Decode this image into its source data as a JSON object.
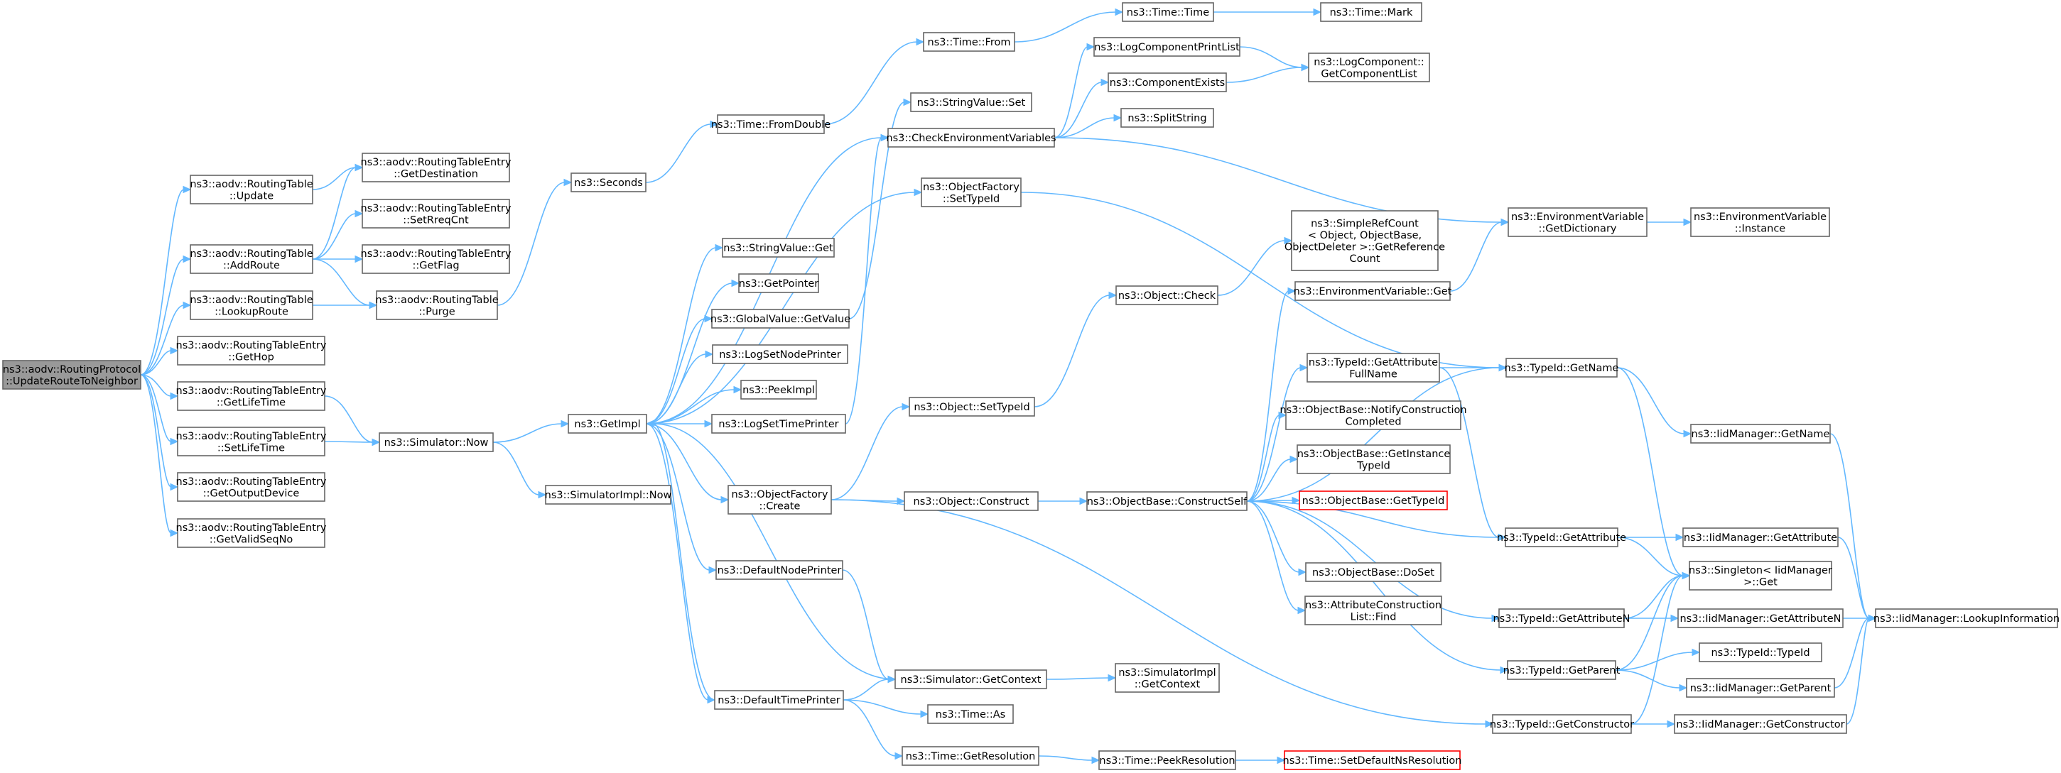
{
  "graph_title": "ns3::aodv::RoutingProtocol::UpdateRouteToNeighbor",
  "colors": {
    "edge": "#63b8ff",
    "root_fill": "#999999",
    "node_border": "#666666",
    "truncated_border": "#ff0000"
  },
  "nodes": [
    {
      "id": "root",
      "lines": [
        "ns3::aodv::RoutingProtocol",
        "::UpdateRouteToNeighbor"
      ],
      "style": "root"
    },
    {
      "id": "rt_update",
      "lines": [
        "ns3::aodv::RoutingTable",
        "::Update"
      ]
    },
    {
      "id": "rt_addroute",
      "lines": [
        "ns3::aodv::RoutingTable",
        "::AddRoute"
      ]
    },
    {
      "id": "rt_lookup",
      "lines": [
        "ns3::aodv::RoutingTable",
        "::LookupRoute"
      ]
    },
    {
      "id": "rte_gethop",
      "lines": [
        "ns3::aodv::RoutingTableEntry",
        "::GetHop"
      ]
    },
    {
      "id": "rte_getlife",
      "lines": [
        "ns3::aodv::RoutingTableEntry",
        "::GetLifeTime"
      ]
    },
    {
      "id": "rte_setlife",
      "lines": [
        "ns3::aodv::RoutingTableEntry",
        "::SetLifeTime"
      ]
    },
    {
      "id": "rte_getout",
      "lines": [
        "ns3::aodv::RoutingTableEntry",
        "::GetOutputDevice"
      ]
    },
    {
      "id": "rte_getvalid",
      "lines": [
        "ns3::aodv::RoutingTableEntry",
        "::GetValidSeqNo"
      ]
    },
    {
      "id": "rte_getdest",
      "lines": [
        "ns3::aodv::RoutingTableEntry",
        "::GetDestination"
      ]
    },
    {
      "id": "rte_setreq",
      "lines": [
        "ns3::aodv::RoutingTableEntry",
        "::SetRreqCnt"
      ]
    },
    {
      "id": "rte_getflag",
      "lines": [
        "ns3::aodv::RoutingTableEntry",
        "::GetFlag"
      ]
    },
    {
      "id": "rt_purge",
      "lines": [
        "ns3::aodv::RoutingTable",
        "::Purge"
      ]
    },
    {
      "id": "sim_now",
      "lines": [
        "ns3::Simulator::Now"
      ]
    },
    {
      "id": "seconds",
      "lines": [
        "ns3::Seconds"
      ]
    },
    {
      "id": "getimpl",
      "lines": [
        "ns3::GetImpl"
      ]
    },
    {
      "id": "simimpl_now",
      "lines": [
        "ns3::SimulatorImpl::Now"
      ]
    },
    {
      "id": "time_fromdouble",
      "lines": [
        "ns3::Time::FromDouble"
      ]
    },
    {
      "id": "time_from",
      "lines": [
        "ns3::Time::From"
      ]
    },
    {
      "id": "time_time",
      "lines": [
        "ns3::Time::Time"
      ]
    },
    {
      "id": "time_mark",
      "lines": [
        "ns3::Time::Mark"
      ]
    },
    {
      "id": "strval_get",
      "lines": [
        "ns3::StringValue::Get"
      ]
    },
    {
      "id": "getpointer",
      "lines": [
        "ns3::GetPointer"
      ]
    },
    {
      "id": "gv_getvalue",
      "lines": [
        "ns3::GlobalValue::GetValue"
      ]
    },
    {
      "id": "logsetnode",
      "lines": [
        "ns3::LogSetNodePrinter"
      ]
    },
    {
      "id": "peekimpl",
      "lines": [
        "ns3::PeekImpl"
      ]
    },
    {
      "id": "logsettime",
      "lines": [
        "ns3::LogSetTimePrinter"
      ]
    },
    {
      "id": "of_create",
      "lines": [
        "ns3::ObjectFactory",
        "::Create"
      ]
    },
    {
      "id": "defnode",
      "lines": [
        "ns3::DefaultNodePrinter"
      ]
    },
    {
      "id": "deftime",
      "lines": [
        "ns3::DefaultTimePrinter"
      ]
    },
    {
      "id": "strval_set",
      "lines": [
        "ns3::StringValue::Set"
      ]
    },
    {
      "id": "checkenv",
      "lines": [
        "ns3::CheckEnvironmentVariables"
      ]
    },
    {
      "id": "of_settypeid",
      "lines": [
        "ns3::ObjectFactory",
        "::SetTypeId"
      ]
    },
    {
      "id": "obj_settypeid",
      "lines": [
        "ns3::Object::SetTypeId"
      ]
    },
    {
      "id": "obj_construct",
      "lines": [
        "ns3::Object::Construct"
      ]
    },
    {
      "id": "sim_getctx",
      "lines": [
        "ns3::Simulator::GetContext"
      ]
    },
    {
      "id": "time_as",
      "lines": [
        "ns3::Time::As"
      ]
    },
    {
      "id": "time_getres",
      "lines": [
        "ns3::Time::GetResolution"
      ]
    },
    {
      "id": "logcomp_print",
      "lines": [
        "ns3::LogComponentPrintList"
      ]
    },
    {
      "id": "compexists",
      "lines": [
        "ns3::ComponentExists"
      ]
    },
    {
      "id": "splitstring",
      "lines": [
        "ns3::SplitString"
      ]
    },
    {
      "id": "logcomp_getlist",
      "lines": [
        "ns3::LogComponent::",
        "GetComponentList"
      ]
    },
    {
      "id": "obj_check",
      "lines": [
        "ns3::Object::Check"
      ]
    },
    {
      "id": "srefcount",
      "lines": [
        "ns3::SimpleRefCount",
        "< Object, ObjectBase,",
        " ObjectDeleter >::GetReference",
        "Count"
      ]
    },
    {
      "id": "ob_constructself",
      "lines": [
        "ns3::ObjectBase::ConstructSelf"
      ]
    },
    {
      "id": "simimpl_getctx",
      "lines": [
        "ns3::SimulatorImpl",
        "::GetContext"
      ]
    },
    {
      "id": "time_peekres",
      "lines": [
        "ns3::Time::PeekResolution"
      ]
    },
    {
      "id": "envvar_getdict",
      "lines": [
        "ns3::EnvironmentVariable",
        "::GetDictionary"
      ]
    },
    {
      "id": "envvar_instance",
      "lines": [
        "ns3::EnvironmentVariable",
        "::Instance"
      ]
    },
    {
      "id": "envvar_get",
      "lines": [
        "ns3::EnvironmentVariable::Get"
      ]
    },
    {
      "id": "tid_getattrfull",
      "lines": [
        "ns3::TypeId::GetAttribute",
        "FullName"
      ]
    },
    {
      "id": "ob_notify",
      "lines": [
        "ns3::ObjectBase::NotifyConstruction",
        "Completed"
      ]
    },
    {
      "id": "ob_getinst",
      "lines": [
        "ns3::ObjectBase::GetInstance",
        "TypeId"
      ]
    },
    {
      "id": "ob_gettypeid",
      "lines": [
        "ns3::ObjectBase::GetTypeId"
      ],
      "style": "trunc"
    },
    {
      "id": "ob_doset",
      "lines": [
        "ns3::ObjectBase::DoSet"
      ]
    },
    {
      "id": "acl_find",
      "lines": [
        "ns3::AttributeConstruction",
        "List::Find"
      ]
    },
    {
      "id": "time_setdef",
      "lines": [
        "ns3::Time::SetDefaultNsResolution"
      ],
      "style": "trunc"
    },
    {
      "id": "tid_getname",
      "lines": [
        "ns3::TypeId::GetName"
      ]
    },
    {
      "id": "tid_getattr",
      "lines": [
        "ns3::TypeId::GetAttribute"
      ]
    },
    {
      "id": "tid_getattrn",
      "lines": [
        "ns3::TypeId::GetAttributeN"
      ]
    },
    {
      "id": "tid_getparent",
      "lines": [
        "ns3::TypeId::GetParent"
      ]
    },
    {
      "id": "tid_getctor",
      "lines": [
        "ns3::TypeId::GetConstructor"
      ]
    },
    {
      "id": "iid_getname",
      "lines": [
        "ns3::IidManager::GetName"
      ]
    },
    {
      "id": "iid_getattr",
      "lines": [
        "ns3::IidManager::GetAttribute"
      ]
    },
    {
      "id": "singleton_get",
      "lines": [
        "ns3::Singleton< IidManager",
        " >::Get"
      ]
    },
    {
      "id": "iid_getattrn",
      "lines": [
        "ns3::IidManager::GetAttributeN"
      ]
    },
    {
      "id": "tid_typeid",
      "lines": [
        "ns3::TypeId::TypeId"
      ]
    },
    {
      "id": "iid_getparent",
      "lines": [
        "ns3::IidManager::GetParent"
      ]
    },
    {
      "id": "iid_getctor",
      "lines": [
        "ns3::IidManager::GetConstructor"
      ]
    },
    {
      "id": "iid_lookup",
      "lines": [
        "ns3::IidManager::LookupInformation"
      ]
    }
  ]
}
